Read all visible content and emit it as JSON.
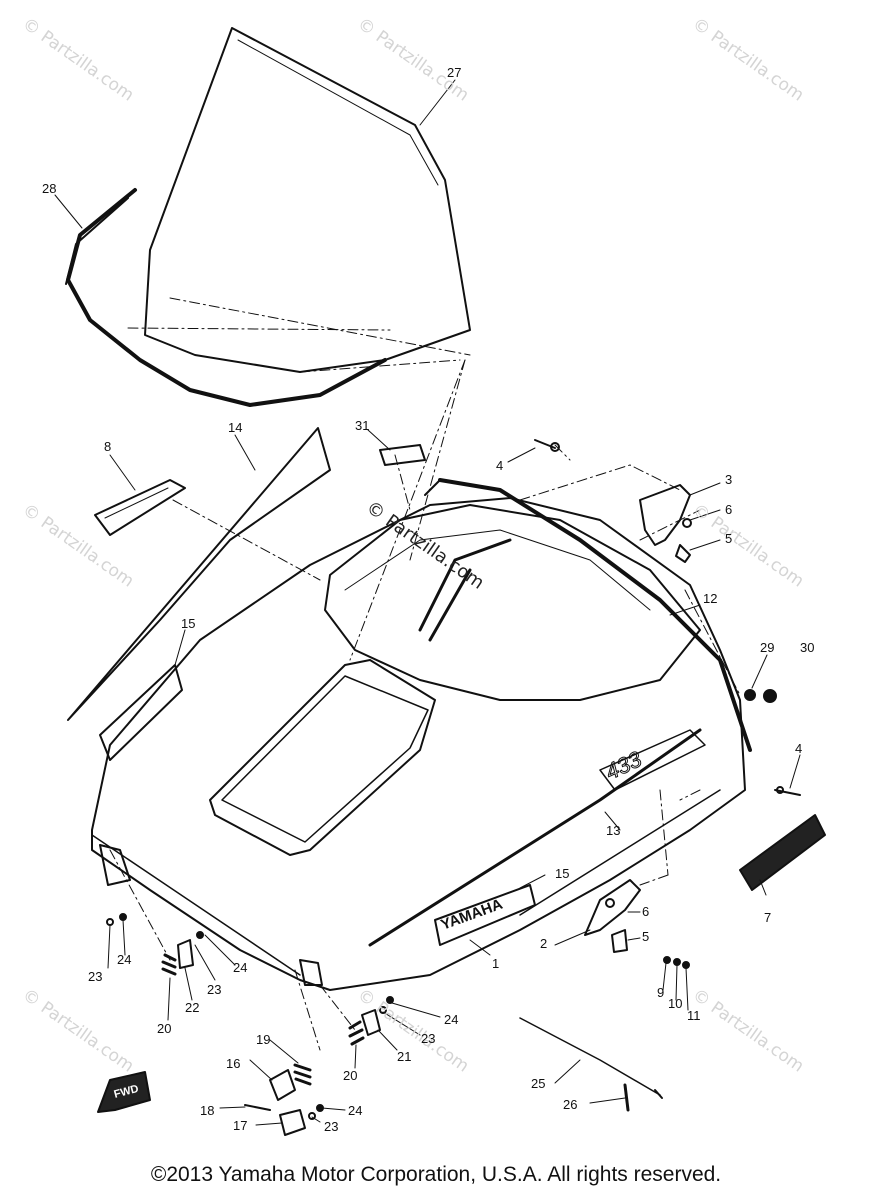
{
  "diagram": {
    "labels": [
      {
        "id": "27",
        "text": "27"
      },
      {
        "id": "28",
        "text": "28"
      },
      {
        "id": "8",
        "text": "8"
      },
      {
        "id": "14",
        "text": "14"
      },
      {
        "id": "31",
        "text": "31"
      },
      {
        "id": "4a",
        "text": "4"
      },
      {
        "id": "3",
        "text": "3"
      },
      {
        "id": "6a",
        "text": "6"
      },
      {
        "id": "5a",
        "text": "5"
      },
      {
        "id": "12",
        "text": "12"
      },
      {
        "id": "29",
        "text": "29"
      },
      {
        "id": "30",
        "text": "30"
      },
      {
        "id": "15a",
        "text": "15"
      },
      {
        "id": "4b",
        "text": "4"
      },
      {
        "id": "13",
        "text": "13"
      },
      {
        "id": "7",
        "text": "7"
      },
      {
        "id": "15b",
        "text": "15"
      },
      {
        "id": "6b",
        "text": "6"
      },
      {
        "id": "5b",
        "text": "5"
      },
      {
        "id": "2",
        "text": "2"
      },
      {
        "id": "1",
        "text": "1"
      },
      {
        "id": "9",
        "text": "9"
      },
      {
        "id": "10",
        "text": "10"
      },
      {
        "id": "11",
        "text": "11"
      },
      {
        "id": "24a",
        "text": "24"
      },
      {
        "id": "23a",
        "text": "23"
      },
      {
        "id": "22",
        "text": "22"
      },
      {
        "id": "20a",
        "text": "20"
      },
      {
        "id": "23b",
        "text": "23"
      },
      {
        "id": "24b",
        "text": "24"
      },
      {
        "id": "24c",
        "text": "24"
      },
      {
        "id": "23c",
        "text": "23"
      },
      {
        "id": "21",
        "text": "21"
      },
      {
        "id": "20b",
        "text": "20"
      },
      {
        "id": "19",
        "text": "19"
      },
      {
        "id": "16",
        "text": "16"
      },
      {
        "id": "18",
        "text": "18"
      },
      {
        "id": "17",
        "text": "17"
      },
      {
        "id": "24d",
        "text": "24"
      },
      {
        "id": "23d",
        "text": "23"
      },
      {
        "id": "25",
        "text": "25"
      },
      {
        "id": "26",
        "text": "26"
      }
    ],
    "decal_text": "YAMAHA",
    "model_badge": "433",
    "fwd_text": "FWD",
    "watermark": "© Partzilla.com",
    "center_watermark": "© Partzilla.com"
  },
  "footer": {
    "copyright": "©2013 Yamaha Motor Corporation, U.S.A. All rights reserved."
  }
}
